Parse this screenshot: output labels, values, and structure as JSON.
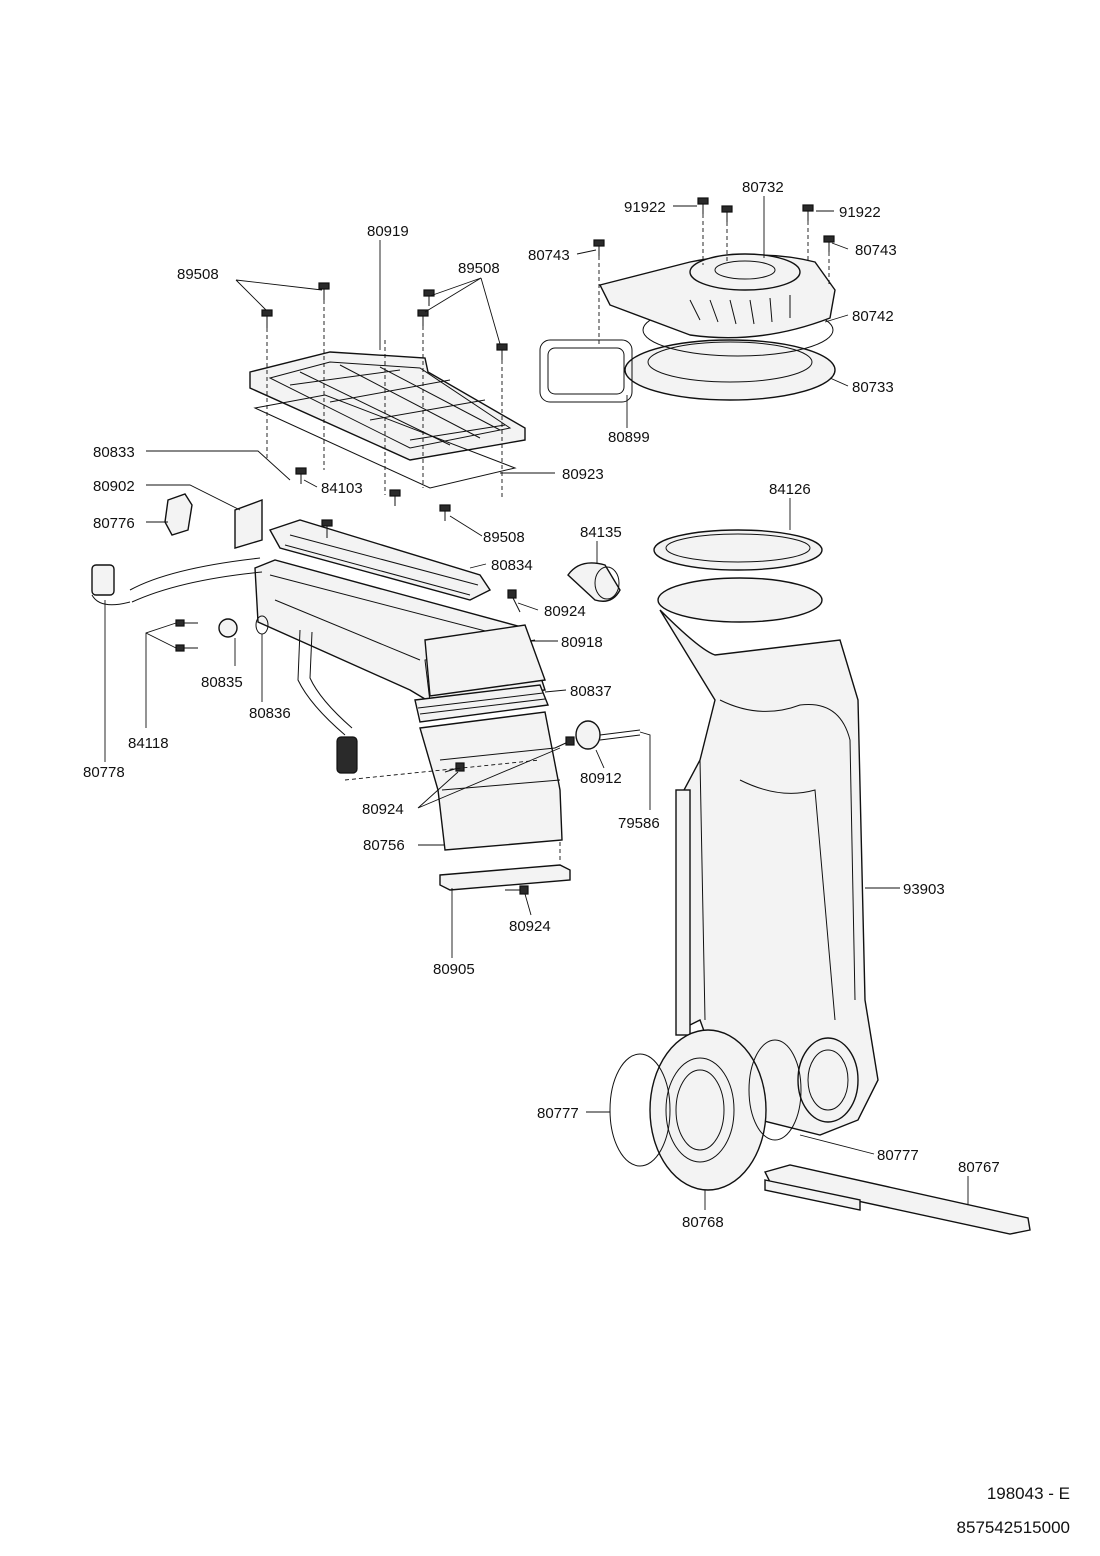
{
  "labels": {
    "91922a": "91922",
    "80732": "80732",
    "91922b": "91922",
    "80743a": "80743",
    "80743b": "80743",
    "80742": "80742",
    "80733": "80733",
    "80899": "80899",
    "80919": "80919",
    "89508a": "89508",
    "89508b": "89508",
    "89508c": "89508",
    "80923": "80923",
    "80833": "80833",
    "84103": "84103",
    "80902": "80902",
    "80776": "80776",
    "80834": "80834",
    "84135": "84135",
    "84126": "84126",
    "80924a": "80924",
    "80918": "80918",
    "80837": "80837",
    "80835": "80835",
    "80836": "80836",
    "84118": "84118",
    "80778": "80778",
    "80924b": "80924",
    "80912": "80912",
    "79586": "79586",
    "80756": "80756",
    "80924c": "80924",
    "80905": "80905",
    "93903": "93903",
    "80777a": "80777",
    "80777b": "80777",
    "80767": "80767",
    "80768": "80768"
  },
  "footer": {
    "doc_number": "198043 - E",
    "part_number": "857542515000"
  }
}
